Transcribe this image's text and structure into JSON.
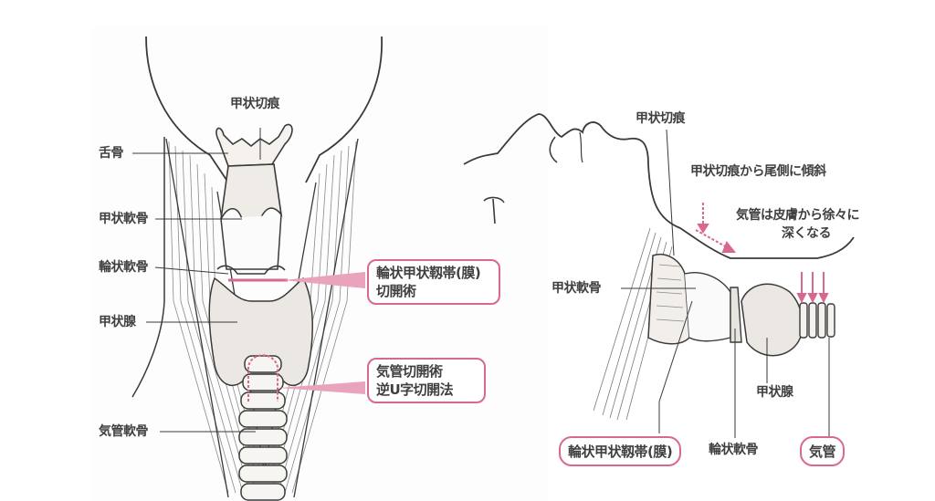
{
  "figure": {
    "accent_color": "#d9688f",
    "line_color": "#3a3a3a"
  },
  "left_panel": {
    "view": "frontal neck anatomy",
    "labels": {
      "thyroid_notch": "甲状切痕",
      "hyoid": "舌骨",
      "thyroid_cartilage": "甲状軟骨",
      "cricoid_cartilage": "輪状軟骨",
      "thyroid_gland": "甲状腺",
      "tracheal_cartilage": "気管軟骨"
    },
    "callouts": [
      {
        "line1": "輪状甲状靱帯(膜)",
        "line2": "切開術"
      },
      {
        "line1": "気管切開術",
        "line2": "逆U字切開法"
      }
    ]
  },
  "right_panel": {
    "view": "lateral neck anatomy (head extended)",
    "labels": {
      "thyroid_notch": "甲状切痕",
      "slope_note": "甲状切痕から尾側に傾斜",
      "depth_note_line1": "気管は皮膚から徐々に",
      "depth_note_line2": "深くなる",
      "thyroid_cartilage": "甲状軟骨",
      "thyroid_gland": "甲状腺",
      "cricothyroid_ligament": "輪状甲状靱帯(膜)",
      "cricoid_cartilage": "輪状軟骨",
      "trachea": "気管"
    }
  }
}
